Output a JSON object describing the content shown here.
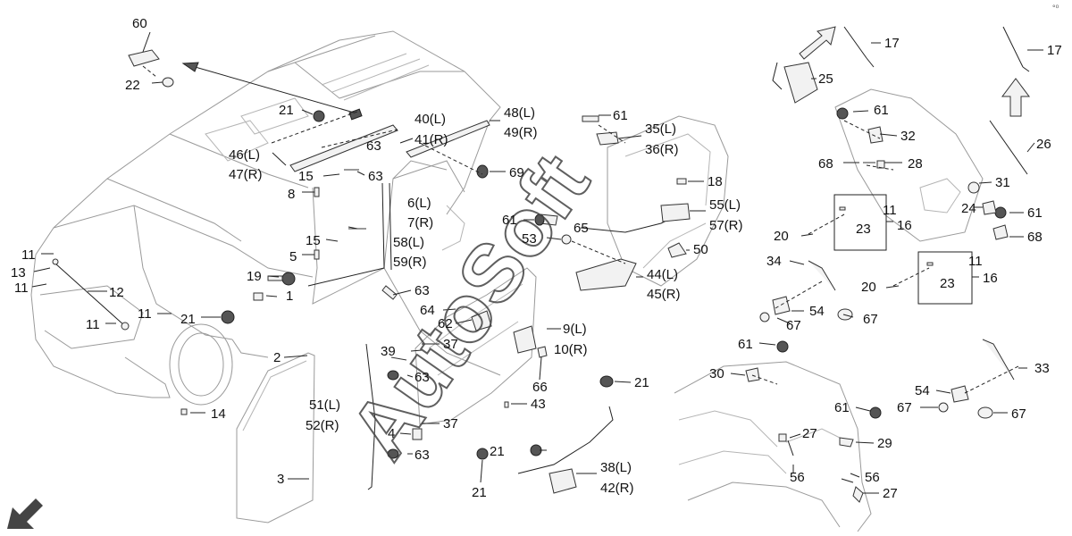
{
  "watermark": "AutoSoft",
  "corner_text": "°⁰",
  "labels": [
    "60",
    "22",
    "21",
    "46(L)",
    "47(R)",
    "15",
    "8",
    "63",
    "15",
    "5",
    "19",
    "1",
    "21",
    "11",
    "13",
    "11",
    "12",
    "11",
    "11",
    "2",
    "51(L)",
    "52(R)",
    "14",
    "3",
    "40(L)",
    "41(R)",
    "63",
    "48(L)",
    "49(R)",
    "69",
    "6(L)",
    "7(R)",
    "58(L)",
    "59(R)",
    "63",
    "64",
    "62",
    "39",
    "37",
    "63",
    "37",
    "4",
    "63",
    "9(L)",
    "10(R)",
    "66",
    "43",
    "21",
    "21",
    "38(L)",
    "42(R)",
    "21",
    "61",
    "35(L)",
    "36(R)",
    "18",
    "61",
    "53",
    "65",
    "55(L)",
    "57(R)",
    "50",
    "44(L)",
    "45(R)",
    "17",
    "25",
    "17",
    "61",
    "32",
    "26",
    "68",
    "28",
    "31",
    "11",
    "24",
    "61",
    "23",
    "16",
    "20",
    "68",
    "11",
    "34",
    "23",
    "16",
    "20",
    "54",
    "67",
    "67",
    "61",
    "30",
    "33",
    "54",
    "67",
    "67",
    "61",
    "27",
    "29",
    "56",
    "56",
    "27"
  ]
}
